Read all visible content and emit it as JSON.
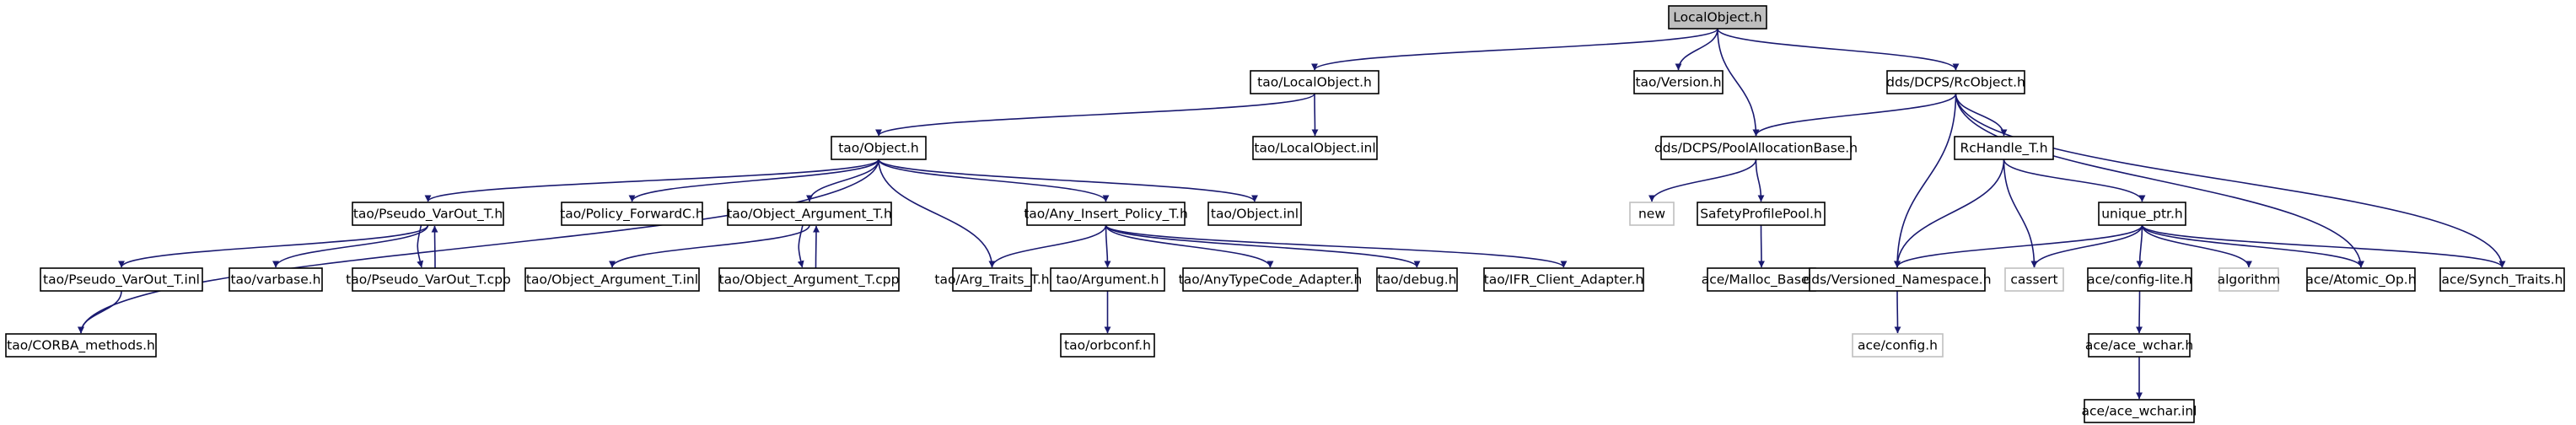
{
  "colors": {
    "edge": "#191970",
    "root_fill": "#bfbfbf",
    "external_stroke": "#bfbfbf"
  },
  "nodes": [
    {
      "id": "n0",
      "label": "LocalObject.h",
      "root": true
    },
    {
      "id": "n1",
      "label": "tao/LocalObject.h"
    },
    {
      "id": "n2",
      "label": "tao/Version.h"
    },
    {
      "id": "n3",
      "label": "dds/DCPS/RcObject.h"
    },
    {
      "id": "n4",
      "label": "tao/Object.h"
    },
    {
      "id": "n5",
      "label": "tao/LocalObject.inl"
    },
    {
      "id": "n6",
      "label": "dds/DCPS/PoolAllocationBase.h"
    },
    {
      "id": "n7",
      "label": "RcHandle_T.h"
    },
    {
      "id": "n8",
      "label": "tao/Pseudo_VarOut_T.h"
    },
    {
      "id": "n9",
      "label": "tao/Policy_ForwardC.h"
    },
    {
      "id": "n10",
      "label": "tao/Object_Argument_T.h"
    },
    {
      "id": "n11",
      "label": "tao/Any_Insert_Policy_T.h"
    },
    {
      "id": "n12",
      "label": "tao/Object.inl"
    },
    {
      "id": "n13",
      "label": "new",
      "external": true
    },
    {
      "id": "n14",
      "label": "SafetyProfilePool.h"
    },
    {
      "id": "n15",
      "label": "unique_ptr.h"
    },
    {
      "id": "n16",
      "label": "tao/Pseudo_VarOut_T.inl"
    },
    {
      "id": "n17",
      "label": "tao/varbase.h"
    },
    {
      "id": "n18",
      "label": "tao/Pseudo_VarOut_T.cpp"
    },
    {
      "id": "n19",
      "label": "tao/Object_Argument_T.inl"
    },
    {
      "id": "n20",
      "label": "tao/Object_Argument_T.cpp"
    },
    {
      "id": "n21",
      "label": "tao/Arg_Traits_T.h"
    },
    {
      "id": "n22",
      "label": "tao/Argument.h"
    },
    {
      "id": "n23",
      "label": "tao/AnyTypeCode_Adapter.h"
    },
    {
      "id": "n24",
      "label": "tao/debug.h"
    },
    {
      "id": "n25",
      "label": "tao/IFR_Client_Adapter.h"
    },
    {
      "id": "n26",
      "label": "ace/Malloc_Base.h"
    },
    {
      "id": "n27",
      "label": "dds/Versioned_Namespace.h"
    },
    {
      "id": "n28",
      "label": "cassert",
      "external": true
    },
    {
      "id": "n29",
      "label": "ace/config-lite.h"
    },
    {
      "id": "n30",
      "label": "algorithm",
      "external": true
    },
    {
      "id": "n31",
      "label": "ace/Atomic_Op.h"
    },
    {
      "id": "n32",
      "label": "ace/Synch_Traits.h"
    },
    {
      "id": "n33",
      "label": "tao/CORBA_methods.h"
    },
    {
      "id": "n34",
      "label": "tao/orbconf.h"
    },
    {
      "id": "n35",
      "label": "ace/config.h",
      "external": true
    },
    {
      "id": "n36",
      "label": "ace/ace_wchar.h"
    },
    {
      "id": "n37",
      "label": "ace/ace_wchar.inl"
    }
  ],
  "edges": [
    [
      "n0",
      "n1"
    ],
    [
      "n0",
      "n2"
    ],
    [
      "n0",
      "n3"
    ],
    [
      "n0",
      "n6"
    ],
    [
      "n1",
      "n4"
    ],
    [
      "n1",
      "n5"
    ],
    [
      "n3",
      "n6"
    ],
    [
      "n3",
      "n7"
    ],
    [
      "n3",
      "n27"
    ],
    [
      "n3",
      "n31"
    ],
    [
      "n3",
      "n32"
    ],
    [
      "n4",
      "n33"
    ],
    [
      "n4",
      "n8"
    ],
    [
      "n4",
      "n9"
    ],
    [
      "n4",
      "n10"
    ],
    [
      "n4",
      "n21"
    ],
    [
      "n4",
      "n11"
    ],
    [
      "n4",
      "n12"
    ],
    [
      "n6",
      "n13"
    ],
    [
      "n6",
      "n14"
    ],
    [
      "n7",
      "n15"
    ],
    [
      "n7",
      "n27"
    ],
    [
      "n7",
      "n28"
    ],
    [
      "n8",
      "n16"
    ],
    [
      "n8",
      "n17"
    ],
    [
      "n8",
      "n18"
    ],
    [
      "n18",
      "n8"
    ],
    [
      "n10",
      "n19"
    ],
    [
      "n10",
      "n20"
    ],
    [
      "n20",
      "n10"
    ],
    [
      "n11",
      "n21"
    ],
    [
      "n11",
      "n22"
    ],
    [
      "n11",
      "n23"
    ],
    [
      "n11",
      "n24"
    ],
    [
      "n11",
      "n25"
    ],
    [
      "n14",
      "n26"
    ],
    [
      "n15",
      "n27"
    ],
    [
      "n15",
      "n28"
    ],
    [
      "n15",
      "n29"
    ],
    [
      "n15",
      "n30"
    ],
    [
      "n15",
      "n31"
    ],
    [
      "n15",
      "n32"
    ],
    [
      "n16",
      "n33"
    ],
    [
      "n22",
      "n34"
    ],
    [
      "n27",
      "n35"
    ],
    [
      "n29",
      "n36"
    ],
    [
      "n36",
      "n37"
    ]
  ]
}
